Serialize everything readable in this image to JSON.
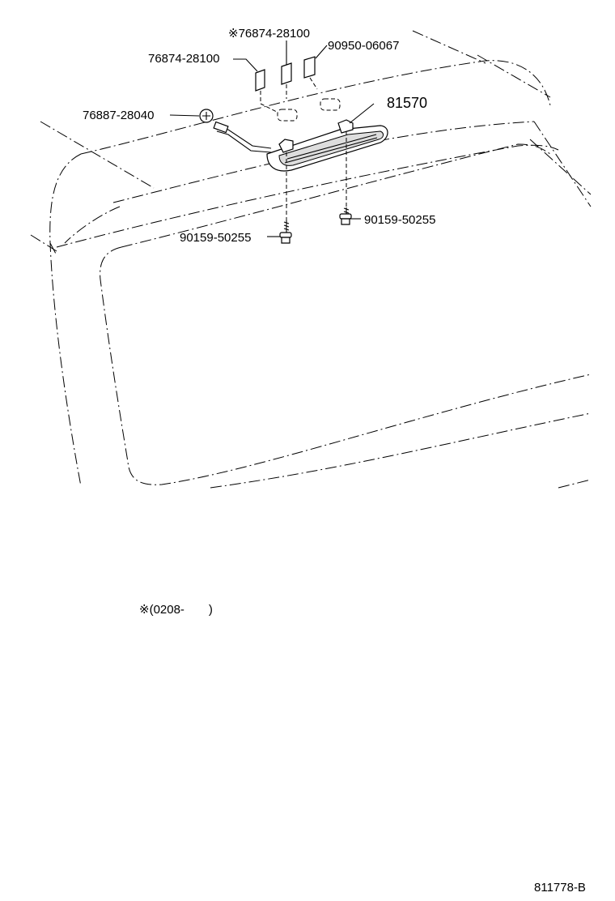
{
  "labels": {
    "clip_marked": "※76874-28100",
    "clip_left": "76874-28100",
    "clip_right": "90950-06067",
    "grommet": "76887-28040",
    "lamp": "81570",
    "screw_right": "90159-50255",
    "screw_left": "90159-50255",
    "note": "※(0208-　　)",
    "diagram_id": "811778-B"
  }
}
